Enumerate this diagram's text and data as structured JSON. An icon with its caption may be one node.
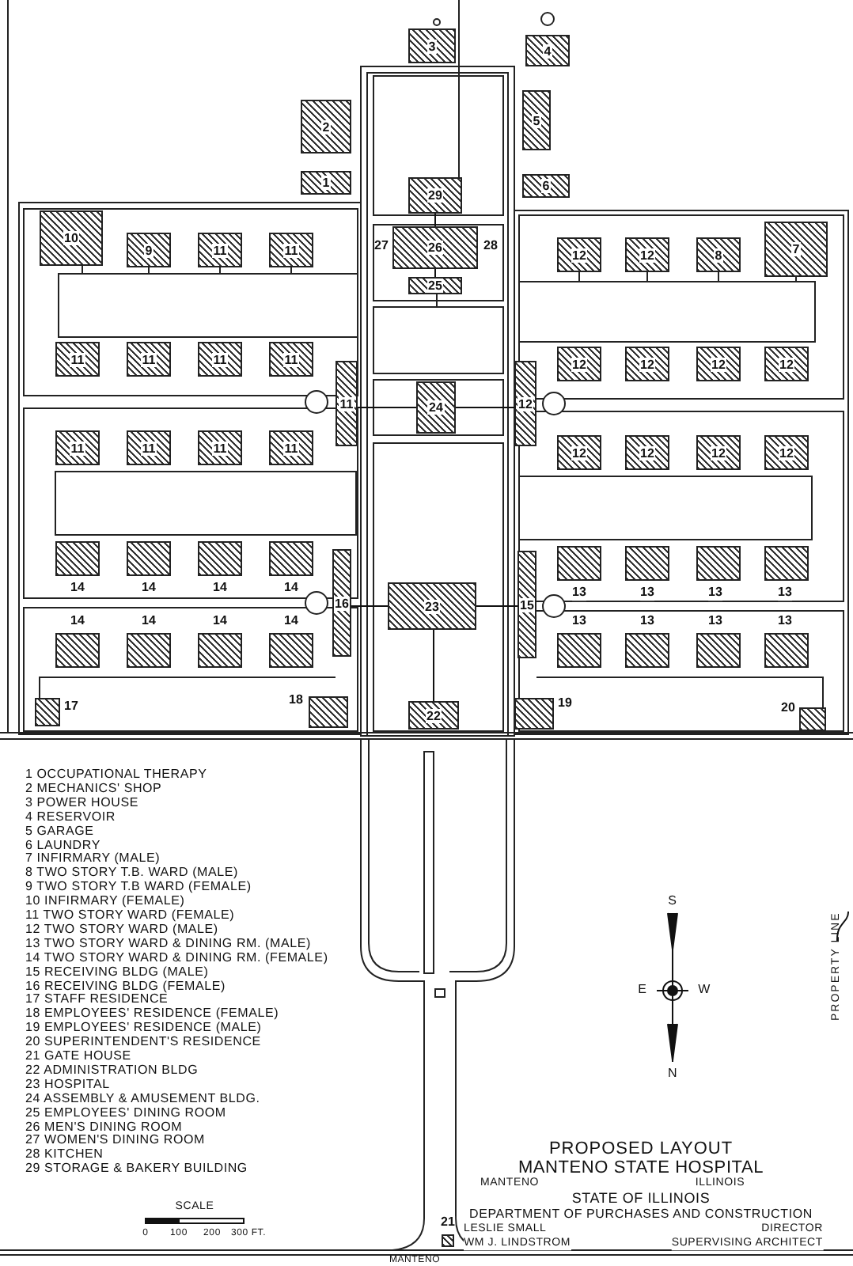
{
  "diagram": {
    "title": "PROPOSED LAYOUT",
    "nodes": [
      {
        "text": [
          "3"
        ]
      },
      {
        "text": [
          "4"
        ]
      },
      {
        "text": [
          "2"
        ]
      },
      {
        "text": [
          "5"
        ]
      },
      {
        "text": [
          "1"
        ]
      },
      {
        "text": [
          "6"
        ]
      },
      {
        "text": [
          "29"
        ]
      },
      {
        "text": [
          "10"
        ]
      },
      {
        "text": [
          "9"
        ]
      },
      {
        "text": [
          "11"
        ]
      },
      {
        "text": [
          "11"
        ]
      },
      {
        "text": [
          "26"
        ],
        "beside": [
          "27",
          "28"
        ]
      },
      {
        "text": [
          "12"
        ]
      },
      {
        "text": [
          "12"
        ]
      },
      {
        "text": [
          "8"
        ]
      },
      {
        "text": [
          "7"
        ]
      },
      {
        "text": [
          "25"
        ]
      },
      {
        "text": [
          "11"
        ]
      },
      {
        "text": [
          "11"
        ]
      },
      {
        "text": [
          "11"
        ]
      },
      {
        "text": [
          "11"
        ]
      },
      {
        "text": [
          "12"
        ]
      },
      {
        "text": [
          "12"
        ]
      },
      {
        "text": [
          "12"
        ]
      },
      {
        "text": [
          "12"
        ]
      },
      {
        "text": [
          "11"
        ]
      },
      {
        "text": [
          "24"
        ]
      },
      {
        "text": [
          "12"
        ]
      },
      {
        "text": [
          "11"
        ]
      },
      {
        "text": [
          "11"
        ]
      },
      {
        "text": [
          "11"
        ]
      },
      {
        "text": [
          "11"
        ]
      },
      {
        "text": [
          "12"
        ]
      },
      {
        "text": [
          "12"
        ]
      },
      {
        "text": [
          "12"
        ]
      },
      {
        "text": [
          "12"
        ]
      },
      {
        "text": [],
        "shape": "box",
        "beside": [
          "14"
        ]
      },
      {
        "text": [],
        "shape": "box",
        "beside": [
          "14"
        ]
      },
      {
        "text": [],
        "shape": "box",
        "beside": [
          "14"
        ]
      },
      {
        "text": [],
        "shape": "box",
        "beside": [
          "14"
        ]
      },
      {
        "text": [],
        "shape": "box",
        "beside": [
          "13"
        ]
      },
      {
        "text": [],
        "shape": "box",
        "beside": [
          "13"
        ]
      },
      {
        "text": [],
        "shape": "box",
        "beside": [
          "13"
        ]
      },
      {
        "text": [],
        "shape": "box",
        "beside": [
          "13"
        ]
      },
      {
        "text": [
          "16"
        ]
      },
      {
        "text": [
          "23"
        ]
      },
      {
        "text": [
          "15"
        ]
      },
      {
        "text": [],
        "shape": "box",
        "beside": [
          "14"
        ]
      },
      {
        "text": [],
        "shape": "box",
        "beside": [
          "14"
        ]
      },
      {
        "text": [],
        "shape": "box",
        "beside": [
          "14"
        ]
      },
      {
        "text": [],
        "shape": "box",
        "beside": [
          "14"
        ]
      },
      {
        "text": [],
        "shape": "box",
        "beside": [
          "13"
        ]
      },
      {
        "text": [],
        "shape": "box",
        "beside": [
          "13"
        ]
      },
      {
        "text": [],
        "shape": "box",
        "beside": [
          "13"
        ]
      },
      {
        "text": [],
        "shape": "box",
        "beside": [
          "13"
        ]
      },
      {
        "text": [],
        "shape": "box",
        "beside": [
          "17"
        ]
      },
      {
        "text": [],
        "shape": "box",
        "beside": [
          "18"
        ]
      },
      {
        "text": [
          "22"
        ]
      },
      {
        "text": [],
        "shape": "box",
        "beside": [
          "19"
        ]
      },
      {
        "text": [],
        "shape": "box",
        "beside": [
          "20"
        ]
      },
      {
        "text": [],
        "shape": "box",
        "beside": [
          "21"
        ]
      },
      {
        "text": [
          "PROPERTY LINE"
        ]
      }
    ],
    "edges": [
      {
        "from": 61,
        "to": null,
        "arrow": "none"
      },
      {
        "from": 6,
        "to": 11,
        "arrow": "none"
      },
      {
        "from": 11,
        "to": 16,
        "arrow": "none"
      },
      {
        "from": 25,
        "to": 26,
        "arrow": "none"
      },
      {
        "from": 26,
        "to": 27,
        "arrow": "none"
      },
      {
        "from": 44,
        "to": 45,
        "arrow": "none"
      },
      {
        "from": 45,
        "to": 46,
        "arrow": "none"
      },
      {
        "from": 45,
        "to": 57,
        "arrow": "none"
      }
    ],
    "labels": [
      "1 OCCUPATIONAL THERAPY",
      "2 MECHANICS' SHOP",
      "3 POWER HOUSE",
      "4 RESERVOIR",
      "5 GARAGE",
      "6 LAUNDRY",
      "7 INFIRMARY (MALE)",
      "8 TWO STORY T.B. WARD (MALE)",
      "9 TWO STORY T.B WARD (FEMALE)",
      "10 INFIRMARY (FEMALE)",
      "11 TWO STORY WARD (FEMALE)",
      "12 TWO STORY WARD (MALE)",
      "13 TWO STORY WARD & DINING RM. (MALE)",
      "14 TWO STORY WARD & DINING RM. (FEMALE)",
      "15 RECEIVING BLDG (MALE)",
      "16 RECEIVING BLDG (FEMALE)",
      "17 STAFF RESIDENCE",
      "18 EMPLOYEES' RESIDENCE (FEMALE)",
      "19 EMPLOYEES' RESIDENCE (MALE)",
      "20 SUPERINTENDENT'S RESIDENCE",
      "21 GATE HOUSE",
      "22 ADMINISTRATION BLDG",
      "23 HOSPITAL",
      "24 ASSEMBLY & AMUSEMENT BLDG.",
      "25 EMPLOYEES' DINING ROOM",
      "26 MEN'S DINING ROOM",
      "27 WOMEN'S DINING ROOM",
      "28 KITCHEN",
      "29 STORAGE & BAKERY BUILDING",
      "S",
      "E",
      "W",
      "N",
      "SCALE",
      "0",
      "100",
      "200",
      "300 FT.",
      "MANTENO STATE HOSPITAL",
      "MANTENO",
      "ILLINOIS",
      "STATE OF ILLINOIS",
      "DEPARTMENT OF PURCHASES AND CONSTRUCTION",
      "LESLIE SMALL",
      "DIRECTOR",
      "WM J. LINDSTROM",
      "SUPERVISING ARCHITECT",
      "MANTENO"
    ]
  }
}
